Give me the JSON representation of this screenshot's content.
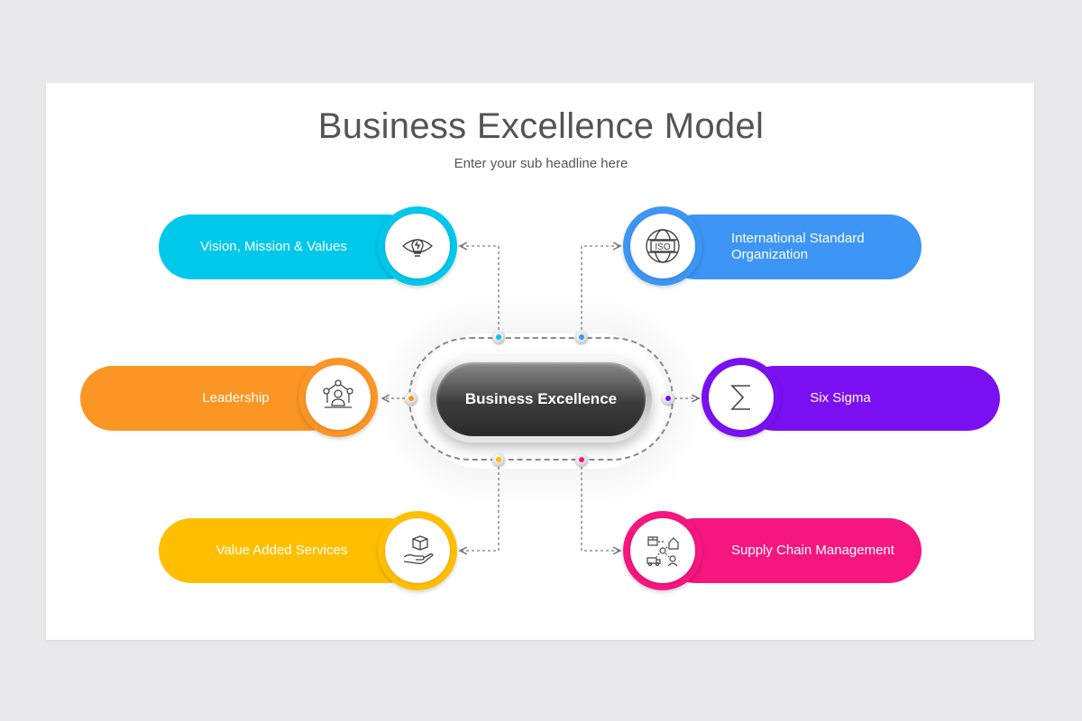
{
  "title": "Business Excellence Model",
  "subtitle": "Enter your sub headline here",
  "center_label": "Business Excellence",
  "items": [
    {
      "id": "vision",
      "label": "Vision, Mission & Values",
      "color": "#00c8ea",
      "icon": "lightbulb-icon"
    },
    {
      "id": "iso",
      "label_line1": "International Standard",
      "label_line2": "Organization",
      "color": "#3d95f5",
      "icon": "iso-globe-icon"
    },
    {
      "id": "leadership",
      "label": "Leadership",
      "color": "#fb9524",
      "icon": "team-leader-icon"
    },
    {
      "id": "sixsigma",
      "label": "Six Sigma",
      "color": "#7a10f2",
      "icon": "sigma-icon"
    },
    {
      "id": "value",
      "label": "Value Added Services",
      "color": "#ffbf00",
      "icon": "hand-box-icon"
    },
    {
      "id": "supply",
      "label": "Supply Chain Management",
      "color": "#f5167f",
      "icon": "supply-chain-icon"
    }
  ],
  "connector_color": "#7d7d7d"
}
